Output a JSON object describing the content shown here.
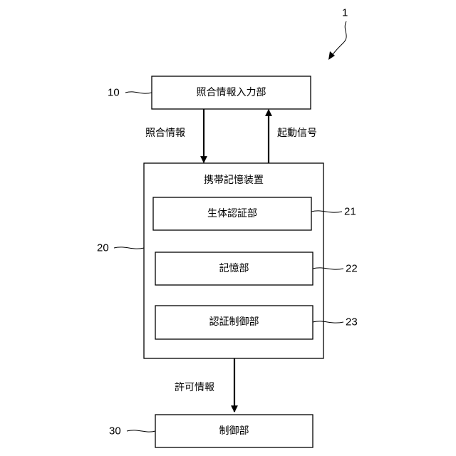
{
  "figure_ref": "1",
  "boxes": {
    "collation_input": {
      "label": "照合情報入力部",
      "ref": "10"
    },
    "portable_storage": {
      "label": "携帯記憶装置",
      "ref": "20"
    },
    "biometric_auth": {
      "label": "生体認証部",
      "ref": "21"
    },
    "storage": {
      "label": "記憶部",
      "ref": "22"
    },
    "auth_control": {
      "label": "認証制御部",
      "ref": "23"
    },
    "control": {
      "label": "制御部",
      "ref": "30"
    }
  },
  "edges": {
    "collation_info": {
      "label": "照合情報",
      "direction": "down"
    },
    "activation_signal": {
      "label": "起動信号",
      "direction": "up"
    },
    "permission_info": {
      "label": "許可情報",
      "direction": "down"
    }
  }
}
